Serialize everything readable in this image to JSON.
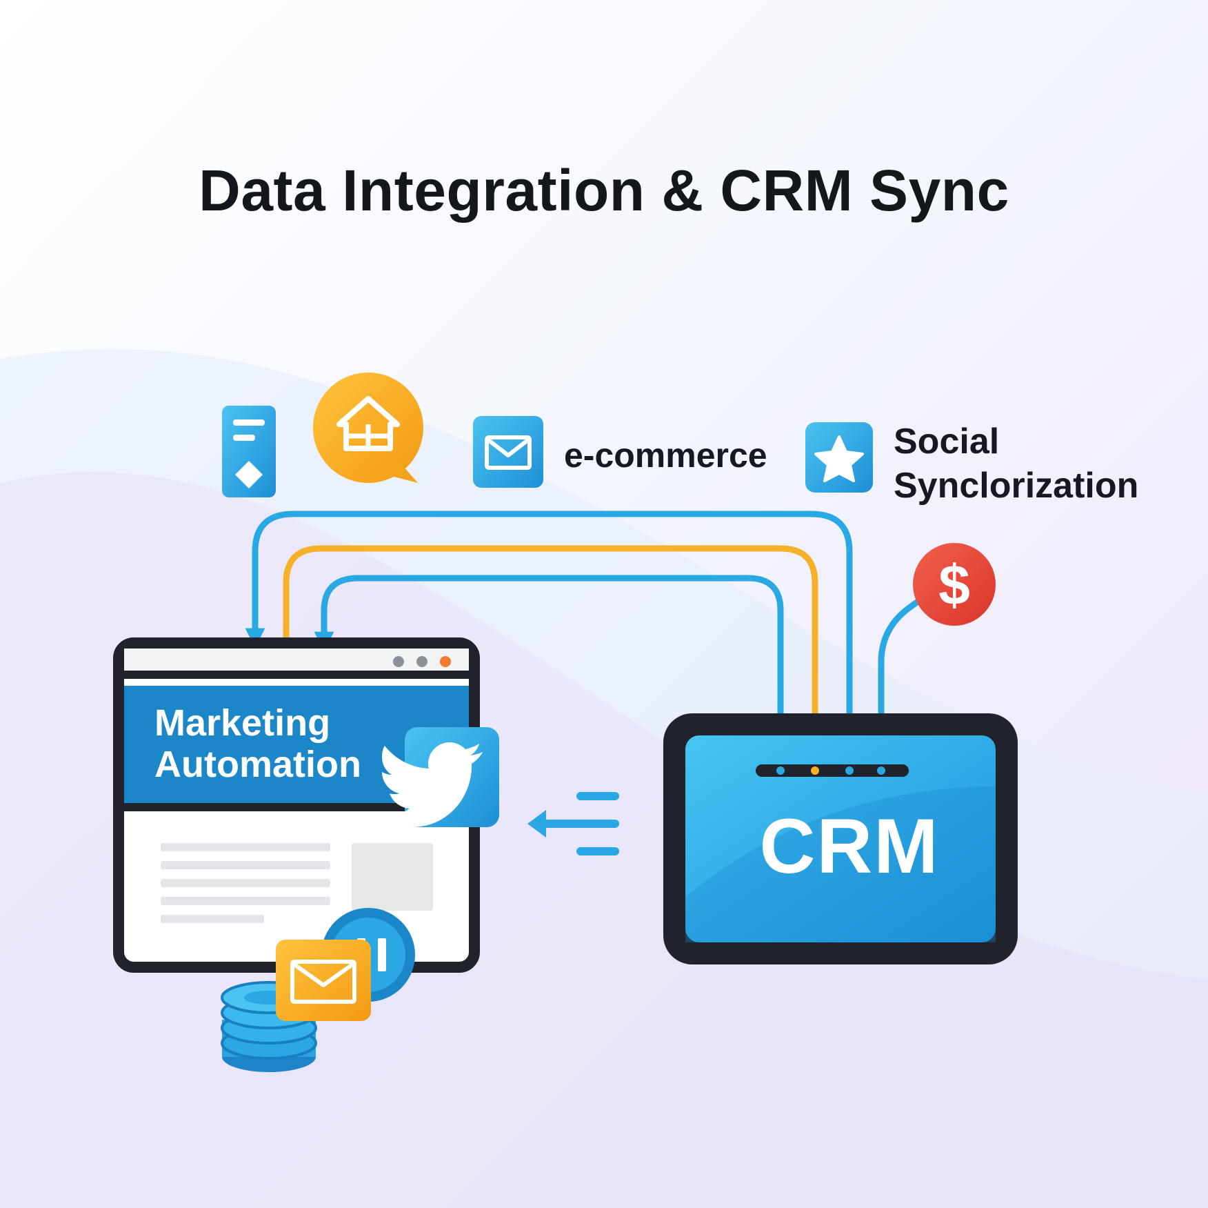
{
  "diagram": {
    "title": "Data Integration & CRM Sync",
    "ecommerce_label": "e-commerce",
    "social_label_line1": "Social",
    "social_label_line2": "Synclorization",
    "marketing_title_line1": "Marketing",
    "marketing_title_line2": "Automation",
    "crm_label": "CRM",
    "dollar_symbol": "$"
  },
  "icons": [
    "document-icon",
    "home-chat-icon",
    "mail-icon",
    "star-icon",
    "dollar-icon",
    "twitter-bird-icon",
    "envelope-icon",
    "database-icon",
    "toggle-icon"
  ],
  "colors": {
    "blue": "#2aa8e4",
    "dark_blue": "#1b86c8",
    "orange": "#f5b12a",
    "red": "#e8453a",
    "outline": "#20232b"
  }
}
